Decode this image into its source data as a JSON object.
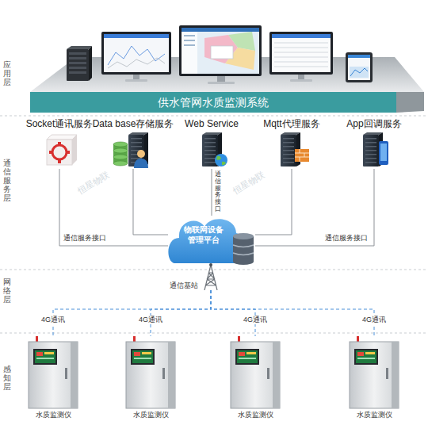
{
  "diagram": {
    "nodes": [
      {
        "text": [
          "供水管网水质监测系统"
        ]
      },
      {
        "text": [
          "Socket通讯服务"
        ]
      },
      {
        "text": [
          "Data base存储服务"
        ]
      },
      {
        "text": [
          "Web Service"
        ]
      },
      {
        "text": [
          "Mqtt代理服务"
        ]
      },
      {
        "text": [
          "App回调服务"
        ]
      },
      {
        "text": [
          "物联网设备管理平台"
        ]
      },
      {
        "text": [
          "通信基站"
        ]
      },
      {
        "text": [
          "水质监测仪"
        ]
      },
      {
        "text": [
          "水质监测仪"
        ]
      },
      {
        "text": [
          "水质监测仪"
        ]
      },
      {
        "text": [
          "水质监测仪"
        ]
      }
    ],
    "edges": [
      {
        "from": 1,
        "to": 6,
        "arrow": "none",
        "label": "通信服务接口"
      },
      {
        "from": 2,
        "to": 6,
        "arrow": "none"
      },
      {
        "from": 3,
        "to": 6,
        "arrow": "none",
        "label": "通信服务接口"
      },
      {
        "from": 4,
        "to": 6,
        "arrow": "none"
      },
      {
        "from": 5,
        "to": 6,
        "arrow": "none",
        "label": "通信服务接口"
      },
      {
        "from": 7,
        "to": 8,
        "arrow": "none",
        "label": "4G通讯"
      },
      {
        "from": 7,
        "to": 9,
        "arrow": "none",
        "label": "4G通讯"
      },
      {
        "from": 7,
        "to": 10,
        "arrow": "none",
        "label": "4G通讯"
      },
      {
        "from": 7,
        "to": 11,
        "arrow": "none",
        "label": "4G通讯"
      }
    ],
    "labels": [
      "应用层",
      "通信服务层",
      "网络层",
      "感知层",
      "恒星物联",
      "恒星物联"
    ]
  }
}
